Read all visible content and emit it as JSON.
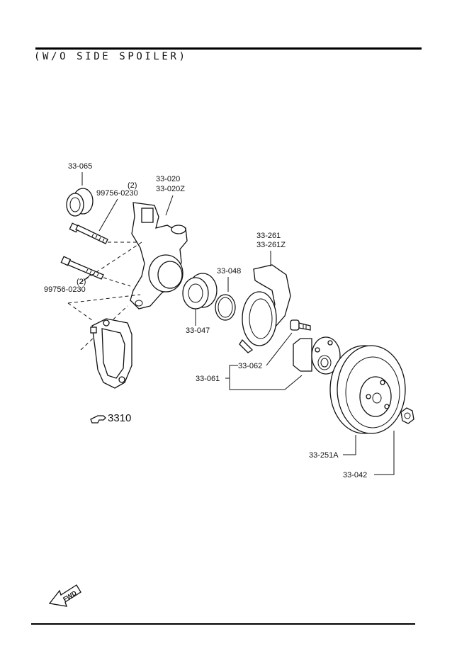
{
  "header": {
    "title": "(W/O SIDE SPOILER)"
  },
  "labels": {
    "seal": "33-065",
    "bolt_upper": "99756-0230",
    "bolt_upper_qty": "(2)",
    "bolt_lower": "99756-0230",
    "bolt_lower_qty": "(2)",
    "knuckle_a": "33-020",
    "knuckle_b": "33-020Z",
    "dust_cover_a": "33-261",
    "dust_cover_b": "33-261Z",
    "snap_ring": "33-048",
    "bearing": "33-047",
    "hub_bolt": "33-062",
    "hub_assy": "33-061",
    "disc": "33-251A",
    "lock_nut": "33-042",
    "caliper_ref": "3310",
    "fwd": "FWD"
  },
  "icons": {
    "reference": "pointing-hand-icon",
    "direction": "fwd-arrow-icon"
  }
}
